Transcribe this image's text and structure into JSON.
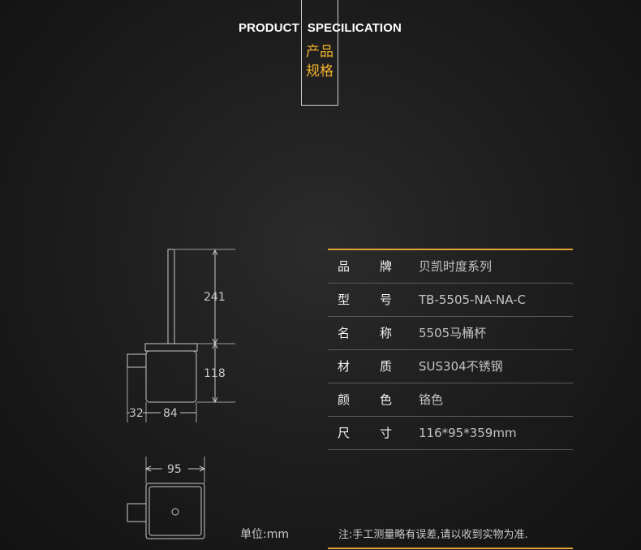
{
  "header": {
    "title_en_1": "PRODUCT",
    "title_en_2": "SPECILICATION",
    "title_cn_1": "产品",
    "title_cn_2": "规格"
  },
  "drawing": {
    "dim_height_top": "241",
    "dim_height_bottom": "118",
    "dim_depth_left": "32",
    "dim_depth_right": "84",
    "dim_width_top": "95"
  },
  "specs": [
    {
      "k1": "品",
      "k2": "牌",
      "value": "贝凯时度系列"
    },
    {
      "k1": "型",
      "k2": "号",
      "value": "TB-5505-NA-NA-C"
    },
    {
      "k1": "名",
      "k2": "称",
      "value": "5505马桶杯"
    },
    {
      "k1": "材",
      "k2": "质",
      "value": "SUS304不锈钢"
    },
    {
      "k1": "颜",
      "k2": "色",
      "value": "铬色"
    },
    {
      "k1": "尺",
      "k2": "寸",
      "value": "116*95*359mm"
    }
  ],
  "footer": {
    "unit": "单位:mm",
    "note": "注:手工测量略有误差,请以收到实物为准."
  },
  "colors": {
    "accent": "#e3a437",
    "title_cn": "#f0b22f",
    "background": "#1c1c1c"
  }
}
